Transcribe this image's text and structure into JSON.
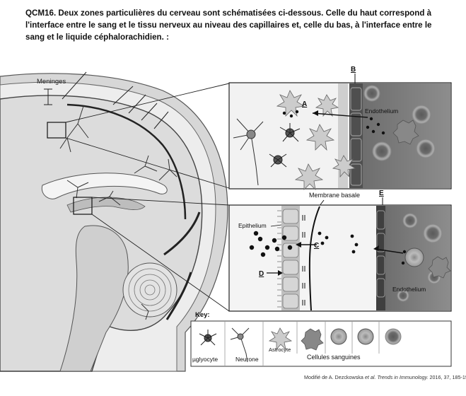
{
  "question": {
    "text": "QCM16. Deux zones particulières du cerveau sont schématisées ci-dessous. Celle du haut correspond à l'interface entre le sang et le tissu nerveux au niveau des capillaires et, celle du bas, à l'interface entre le sang et le liquide céphalorachidien. :"
  },
  "figure": {
    "labels": {
      "meninges": "Meninges",
      "endothelium_top": "Endothelium",
      "endothelium_bottom": "Endothelium",
      "membrane_basale": "Membrane basale",
      "epithelium": "Epithelium"
    },
    "letters": {
      "a": "A",
      "b": "B",
      "c": "C",
      "d": "D",
      "e": "E"
    },
    "key": {
      "title": "Key:",
      "microglyocyte": "µglyocyte",
      "neurone": "Neurone",
      "astrocyte": "Astrocyte",
      "cellules": "Cellules sanguines"
    },
    "caption": {
      "prefix": "Modifié de A. Dezckowska ",
      "italic": "et al. Trends in Immunology.",
      "suffix": " 2016, 37, 185-192"
    }
  },
  "colors": {
    "gray_dark": "#555555",
    "gray_mid": "#8a8a8a",
    "gray_light": "#c8c8c8"
  }
}
